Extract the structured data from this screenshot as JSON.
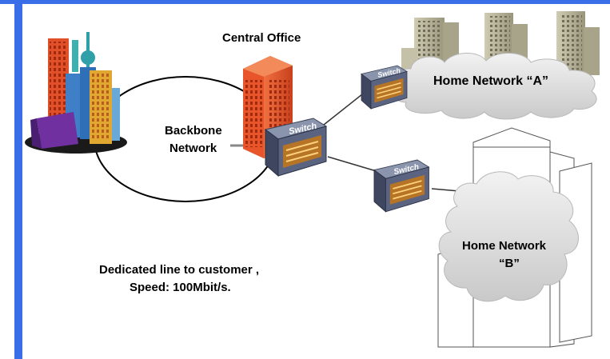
{
  "labels": {
    "central_office": "Central Office",
    "backbone_line1": "Backbone",
    "backbone_line2": "Network",
    "home_a": "Home Network “A”",
    "home_b_line1": "Home Network",
    "home_b_line2": "“B”",
    "caption_line1": "Dedicated line to customer ,",
    "caption_line2": "Speed: 100Mbit/s."
  },
  "switches": {
    "main": "Switch",
    "home_a": "Switch",
    "home_b": "Switch"
  },
  "colors": {
    "frame_blue": "#3a6ee8",
    "building_orange": "#e8552a",
    "switch_body": "#5e6a86",
    "switch_panel": "#c77b2a",
    "cloud": "#d8d8d8",
    "tower_beige": "#b7b296"
  }
}
